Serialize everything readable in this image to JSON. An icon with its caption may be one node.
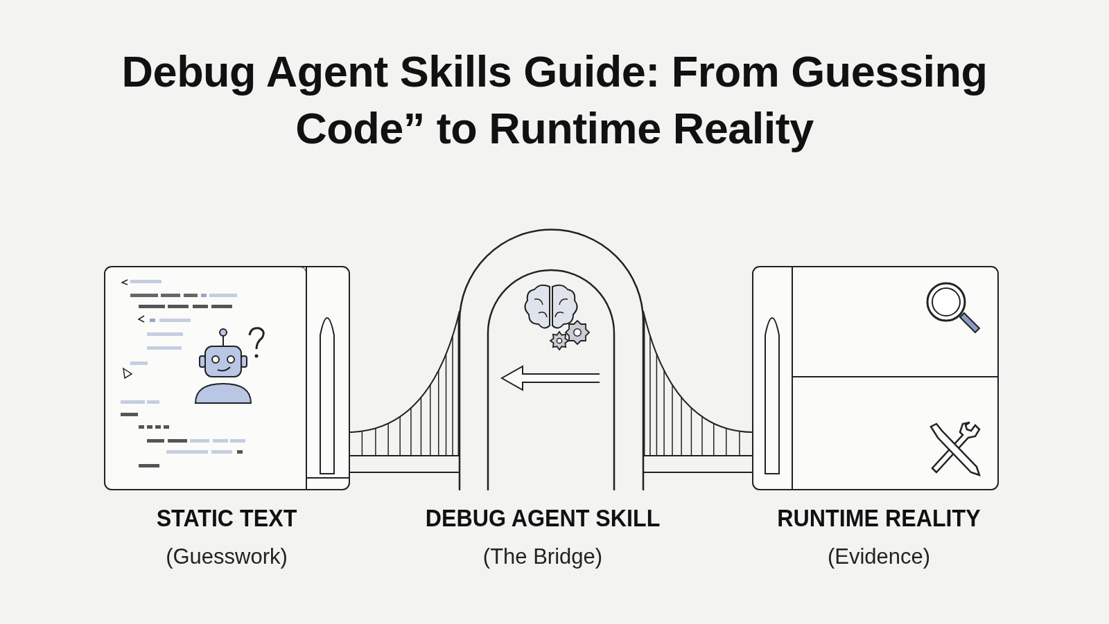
{
  "diagram": {
    "title": "Debug Agent Skills Guide: From Guessing Code” to Runtime Reality",
    "nodes": [
      {
        "text": [
          "STATIC TEXT",
          "(Guesswork)"
        ]
      },
      {
        "text": [
          "DEBUG AGENT SKILL",
          "(The Bridge)"
        ]
      },
      {
        "text": [
          "RUNTIME REALITY",
          "(Evidence)"
        ]
      }
    ]
  }
}
